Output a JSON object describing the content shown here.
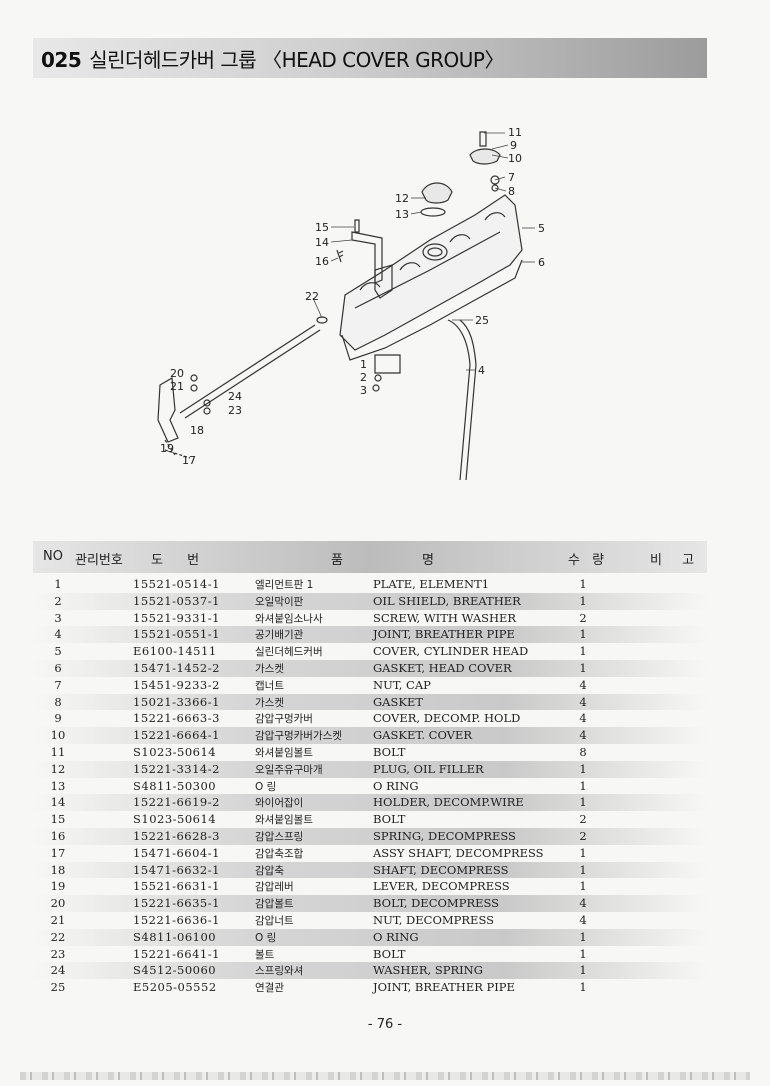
{
  "header": {
    "code": "025",
    "title": "실린더헤드카버 그룹 〈HEAD COVER GROUP〉"
  },
  "callouts": [
    "1",
    "2",
    "3",
    "4",
    "5",
    "6",
    "7",
    "8",
    "9",
    "10",
    "11",
    "12",
    "13",
    "14",
    "15",
    "16",
    "17",
    "18",
    "19",
    "20",
    "21",
    "22",
    "23",
    "24",
    "25"
  ],
  "table": {
    "headers": {
      "no": "NO",
      "mgmt": "관리번호",
      "drawing": "도 번",
      "name_a": "품",
      "name_b": "명",
      "qty": "수 량",
      "remarks": "비 고"
    },
    "rows": [
      {
        "no": "1",
        "code": "15521-0514-1",
        "kr": "엘리먼트판 1",
        "en": "PLATE, ELEMENT1",
        "qty": "1"
      },
      {
        "no": "2",
        "code": "15521-0537-1",
        "kr": "오일막이판",
        "en": "OIL SHIELD, BREATHER",
        "qty": "1"
      },
      {
        "no": "3",
        "code": "15521-9331-1",
        "kr": "와셔붙임소나사",
        "en": "SCREW, WITH WASHER",
        "qty": "2"
      },
      {
        "no": "4",
        "code": "15521-0551-1",
        "kr": "공기배기관",
        "en": "JOINT, BREATHER PIPE",
        "qty": "1"
      },
      {
        "no": "5",
        "code": "E6100-14511",
        "kr": "실린더헤드커버",
        "en": "COVER, CYLINDER HEAD",
        "qty": "1"
      },
      {
        "no": "6",
        "code": "15471-1452-2",
        "kr": "가스켓",
        "en": "GASKET, HEAD COVER",
        "qty": "1"
      },
      {
        "no": "7",
        "code": "15451-9233-2",
        "kr": "캡너트",
        "en": "NUT, CAP",
        "qty": "4"
      },
      {
        "no": "8",
        "code": "15021-3366-1",
        "kr": "가스켓",
        "en": "GASKET",
        "qty": "4"
      },
      {
        "no": "9",
        "code": "15221-6663-3",
        "kr": "감압구멍카버",
        "en": "COVER, DECOMP. HOLD",
        "qty": "4"
      },
      {
        "no": "10",
        "code": "15221-6664-1",
        "kr": "감압구멍카버가스켓",
        "en": "GASKET. COVER",
        "qty": "4"
      },
      {
        "no": "11",
        "code": "S1023-50614",
        "kr": "와셔붙임볼트",
        "en": "BOLT",
        "qty": "8"
      },
      {
        "no": "12",
        "code": "15221-3314-2",
        "kr": "오일주유구마개",
        "en": "PLUG, OIL FILLER",
        "qty": "1"
      },
      {
        "no": "13",
        "code": "S4811-50300",
        "kr": "O 링",
        "en": "O RING",
        "qty": "1"
      },
      {
        "no": "14",
        "code": "15221-6619-2",
        "kr": "와이어잡이",
        "en": "HOLDER, DECOMP.WIRE",
        "qty": "1"
      },
      {
        "no": "15",
        "code": "S1023-50614",
        "kr": "와셔붙임볼트",
        "en": "BOLT",
        "qty": "2"
      },
      {
        "no": "16",
        "code": "15221-6628-3",
        "kr": "감압스프링",
        "en": "SPRING, DECOMPRESS",
        "qty": "2"
      },
      {
        "no": "17",
        "code": "15471-6604-1",
        "kr": "감압축조합",
        "en": "ASSY SHAFT, DECOMPRESS",
        "qty": "1"
      },
      {
        "no": "18",
        "code": "15471-6632-1",
        "kr": "감압축",
        "en": "SHAFT, DECOMPRESS",
        "qty": "1"
      },
      {
        "no": "19",
        "code": "15521-6631-1",
        "kr": "감압레버",
        "en": "LEVER, DECOMPRESS",
        "qty": "1"
      },
      {
        "no": "20",
        "code": "15221-6635-1",
        "kr": "감압볼트",
        "en": "BOLT, DECOMPRESS",
        "qty": "4"
      },
      {
        "no": "21",
        "code": "15221-6636-1",
        "kr": "감압너트",
        "en": "NUT, DECOMPRESS",
        "qty": "4"
      },
      {
        "no": "22",
        "code": "S4811-06100",
        "kr": "O 링",
        "en": "O RING",
        "qty": "1"
      },
      {
        "no": "23",
        "code": "15221-6641-1",
        "kr": "볼트",
        "en": "BOLT",
        "qty": "1"
      },
      {
        "no": "24",
        "code": "S4512-50060",
        "kr": "스프링와셔",
        "en": "WASHER, SPRING",
        "qty": "1"
      },
      {
        "no": "25",
        "code": "E5205-05552",
        "kr": "연결관",
        "en": "JOINT, BREATHER PIPE",
        "qty": "1"
      }
    ]
  },
  "footer": {
    "page": "- 76 -"
  }
}
